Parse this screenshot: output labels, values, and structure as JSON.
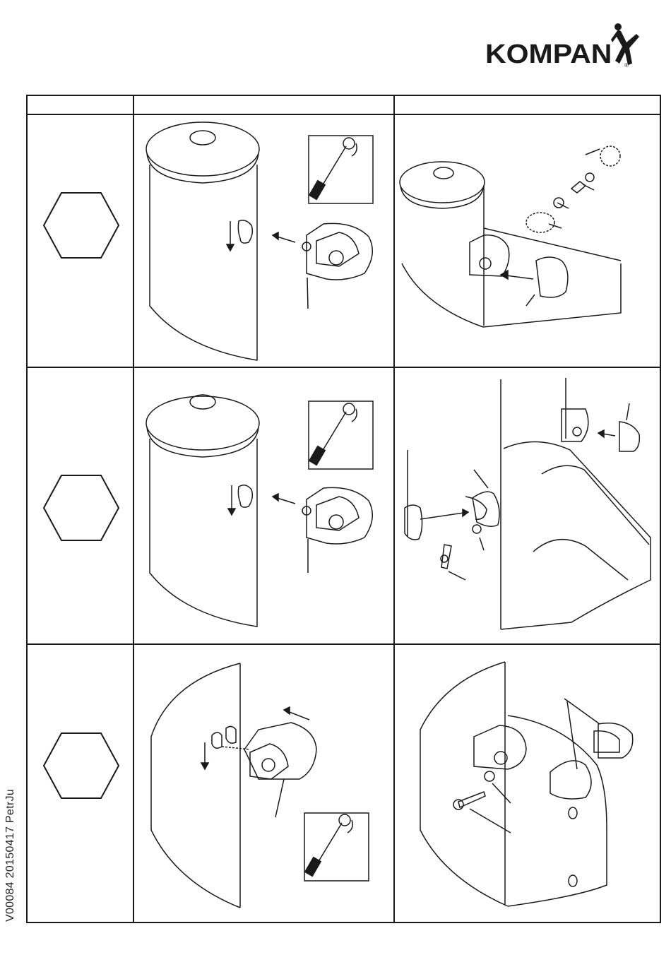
{
  "brand": {
    "name": "KOMPAN",
    "registered_mark": "®"
  },
  "document": {
    "code": "V00084  20150417  PetrJu"
  },
  "steps": [
    {
      "step_icon": "hexagon-bolt-icon",
      "left_illustration": "post-and-bracket-with-ratchet",
      "right_illustration": "bracket-mounted-with-cap-exploded-hardware"
    },
    {
      "step_icon": "hexagon-bolt-icon",
      "left_illustration": "post-and-bracket-with-ratchet",
      "right_illustration": "bracket-with-end-cap-and-screw"
    },
    {
      "step_icon": "hexagon-bolt-icon",
      "left_illustration": "panel-with-bracket-and-ratchet",
      "right_illustration": "panel-bracket-with-cap-and-screw"
    }
  ],
  "colors": {
    "line": "#1a1a1a",
    "background": "#ffffff"
  }
}
